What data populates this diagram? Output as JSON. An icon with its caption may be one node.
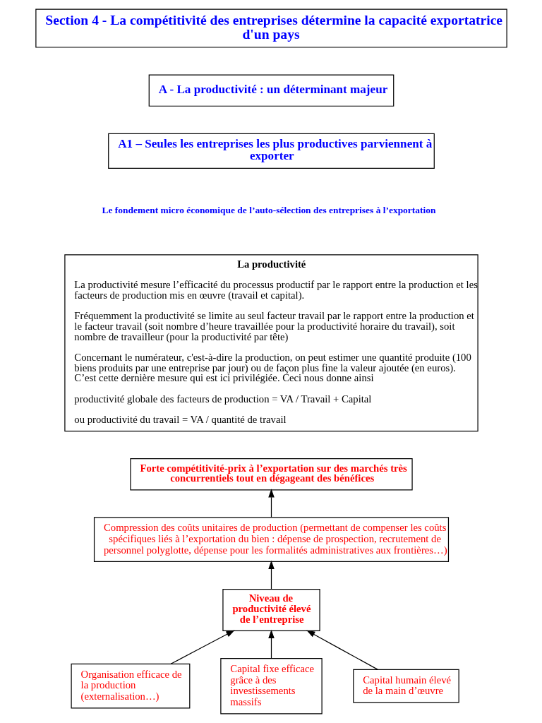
{
  "diagram": {
    "nodes": [
      {
        "text": [
          "Section 4 - La compétitivité des entreprises détermine la capacité exportatrice d'un pays"
        ]
      },
      {
        "text": [
          "A - La productivité : un déterminant majeur"
        ]
      },
      {
        "text": [
          "A1 – Seules les entreprises les plus productives parviennent à exporter"
        ]
      },
      {
        "text": [
          "La productivité",
          "La productivité mesure l’efficacité du processus productif par le rapport entre la production et les facteurs de production mis en œuvre (travail et capital).",
          "Fréquemment la productivité se limite au seul facteur travail par le rapport entre la production et le facteur travail (soit nombre d’heure travaillée pour la productivité horaire du travail), soit nombre de travailleur (pour la productivité par tête)",
          "Concernant le numérateur, c'est-à-dire la production, on peut estimer une quantité produite (100 biens produits par une entreprise par jour) ou de façon plus fine la valeur ajoutée (en euros). C’est cette dernière mesure qui est ici privilégiée. Ceci nous donne ainsi",
          "productivité globale des facteurs de production = VA / Travail + Capital",
          "ou productivité du travail = VA / quantité de travail"
        ]
      },
      {
        "text": [
          "Forte compétitivité-prix à l’exportation sur des marchés très concurrentiels tout en dégageant des bénéfices"
        ]
      },
      {
        "text": [
          "Compression des coûts unitaires de production (permettant de compenser les coûts spécifiques liés à l’exportation du bien : dépense de prospection, recrutement de personnel polyglotte, dépense pour les formalités administratives aux frontières…)"
        ]
      },
      {
        "text": [
          "Niveau de productivité élevé de l’entreprise"
        ]
      },
      {
        "text": [
          "Organisation efficace de la production (externalisation…)"
        ]
      },
      {
        "text": [
          "Capital fixe efficace grâce à des investissements massifs"
        ]
      },
      {
        "text": [
          "Capital humain élevé de la main d’œuvre"
        ]
      }
    ],
    "edges": [
      {
        "from": 5,
        "to": 4,
        "arrow": "to"
      },
      {
        "from": 6,
        "to": 5,
        "arrow": "to"
      },
      {
        "from": 7,
        "to": 6,
        "arrow": "to"
      },
      {
        "from": 8,
        "to": 6,
        "arrow": "to"
      },
      {
        "from": 9,
        "to": 6,
        "arrow": "to"
      }
    ],
    "labels": [
      "Le fondement micro économique de l’auto-sélection des entreprises à l’exportation"
    ]
  }
}
